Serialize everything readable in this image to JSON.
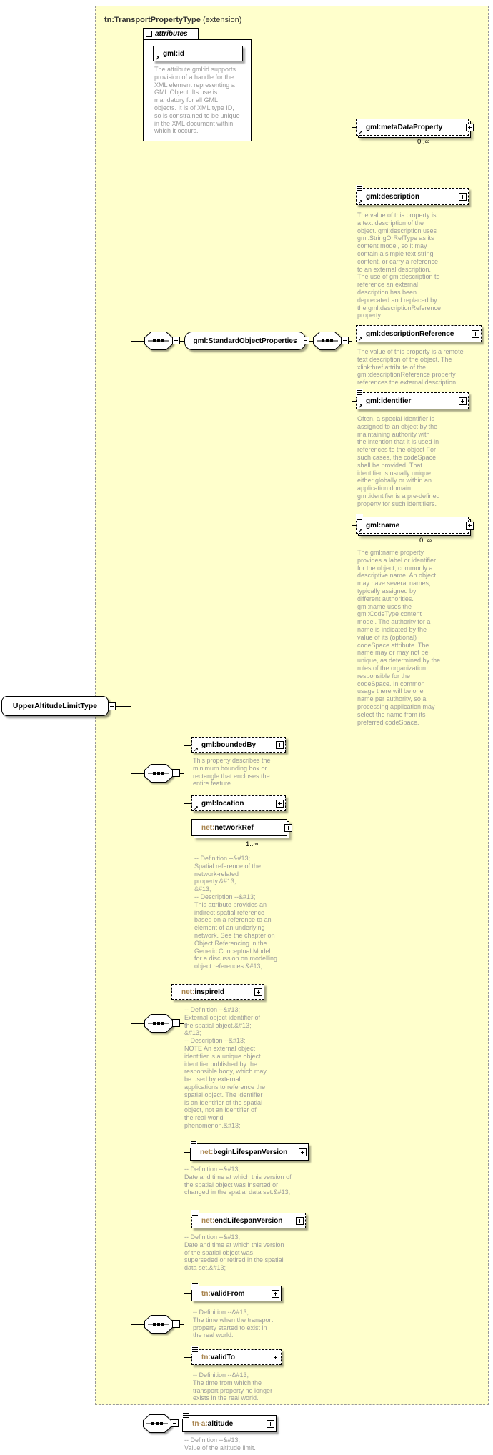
{
  "header": {
    "title": "tn:TransportPropertyType",
    "kind": "(extension)"
  },
  "attributes_group": {
    "label": "attributes"
  },
  "root": {
    "name": "UpperAltitudeLimitType"
  },
  "colors": {
    "extension_background": "#ffffcc",
    "extension_border": "#999999",
    "foreign_prefix_text": "#a9854f",
    "annotation_text": "#9a9a9a",
    "box_border": "#000000"
  },
  "els": {
    "id": {
      "prefix": "gml:",
      "local": "id",
      "annotation": "The attribute gml:id supports\nprovision of a handle for the\nXML element representing a\nGML Object. Its use is\nmandatory for all GML\nobjects. It is of XML type ID,\nso is constrained to be unique\nin the XML document within\nwhich it occurs."
    },
    "sop": {
      "prefix": "gml:",
      "local": "StandardObjectProperties"
    },
    "metaDataProperty": {
      "prefix": "gml:",
      "local": "metaDataProperty",
      "cardinality": "0..∞"
    },
    "description": {
      "prefix": "gml:",
      "local": "description",
      "annotation": "The value of this property is\na text description of the\nobject. gml:description uses\ngml:StringOrRefType as its\ncontent model, so it may\ncontain a simple text string\ncontent, or carry a reference\nto an external description.\nThe use of gml:description to\nreference an external\ndescription has been\ndeprecated and replaced by\nthe gml:descriptionReference\nproperty."
    },
    "descriptionReference": {
      "prefix": "gml:",
      "local": "descriptionReference",
      "annotation": "The value of this property is a remote\ntext description of the object. The\nxlink:href attribute of the\ngml:descriptionReference property\nreferences the external description."
    },
    "identifier": {
      "prefix": "gml:",
      "local": "identifier",
      "annotation": "Often, a special identifier is\nassigned to an object by the\nmaintaining authority with\nthe intention that it is used in\nreferences to the object For\nsuch cases, the codeSpace\nshall be provided. That\nidentifier is usually unique\neither globally or within an\napplication domain.\ngml:identifier is a pre-defined\nproperty for such identifiers."
    },
    "name": {
      "prefix": "gml:",
      "local": "name",
      "cardinality": "0..∞",
      "annotation": "The gml:name property\nprovides a label or identifier\nfor the object, commonly a\ndescriptive name. An object\nmay have several names,\ntypically assigned by\ndifferent authorities.\ngml:name uses the\ngml:CodeType content\nmodel.  The authority for a\nname is indicated by the\nvalue of its (optional)\ncodeSpace attribute.  The\nname may or may not be\nunique, as determined by the\nrules of the organization\nresponsible for the\ncodeSpace.  In common\nusage there will be one\nname per authority, so a\nprocessing application may\nselect the name from its\npreferred codeSpace."
    },
    "boundedBy": {
      "prefix": "gml:",
      "local": "boundedBy",
      "annotation": "This property describes the\nminimum bounding box or\nrectangle that encloses the\nentire feature."
    },
    "location": {
      "prefix": "gml:",
      "local": "location"
    },
    "networkRef": {
      "prefix": "net:",
      "local": "networkRef",
      "cardinality": "1..∞",
      "annotation": "-- Definition --&#13;\nSpatial reference of the\nnetwork-related\nproperty.&#13;\n&#13;\n-- Description --&#13;\nThis attribute provides an\nindirect spatial reference\nbased on a reference to an\nelement of an underlying\nnetwork. See the chapter on\nObject Referencing in the\nGeneric Conceptual Model\nfor a discussion on modelling\nobject references.&#13;"
    },
    "inspireId": {
      "prefix": "net:",
      "local": "inspireId",
      "annotation": "-- Definition --&#13;\nExternal object identifier of\nthe spatial object.&#13;\n&#13;\n-- Description --&#13;\nNOTE An external object\nidentifier is a unique object\nidentifier published by the\nresponsible body, which may\nbe used by external\napplications to reference the\nspatial object. The identifier\nis an identifier of the spatial\nobject, not an identifier of\nthe real-world\nphenomenon.&#13;"
    },
    "beginLifespanVersion": {
      "prefix": "net:",
      "local": "beginLifespanVersion",
      "annotation": "-- Definition --&#13;\nDate and time at which this version of\nthe spatial object was inserted or\nchanged in the spatial data set.&#13;"
    },
    "endLifespanVersion": {
      "prefix": "net:",
      "local": "endLifespanVersion",
      "annotation": "-- Definition --&#13;\nDate and time at which this version\nof the spatial object was\nsuperseded or retired in the spatial\ndata set.&#13;"
    },
    "validFrom": {
      "prefix": "tn:",
      "local": "validFrom",
      "annotation": "-- Definition --&#13;\nThe time when the transport\nproperty started to exist in\nthe real world."
    },
    "validTo": {
      "prefix": "tn:",
      "local": "validTo",
      "annotation": "-- Definition --&#13;\nThe time from which the\ntransport property no longer\nexists in the real world."
    },
    "altitude": {
      "prefix": "tn-a:",
      "local": "altitude",
      "annotation": "-- Definition --&#13;\nValue of the altitude limit."
    }
  }
}
